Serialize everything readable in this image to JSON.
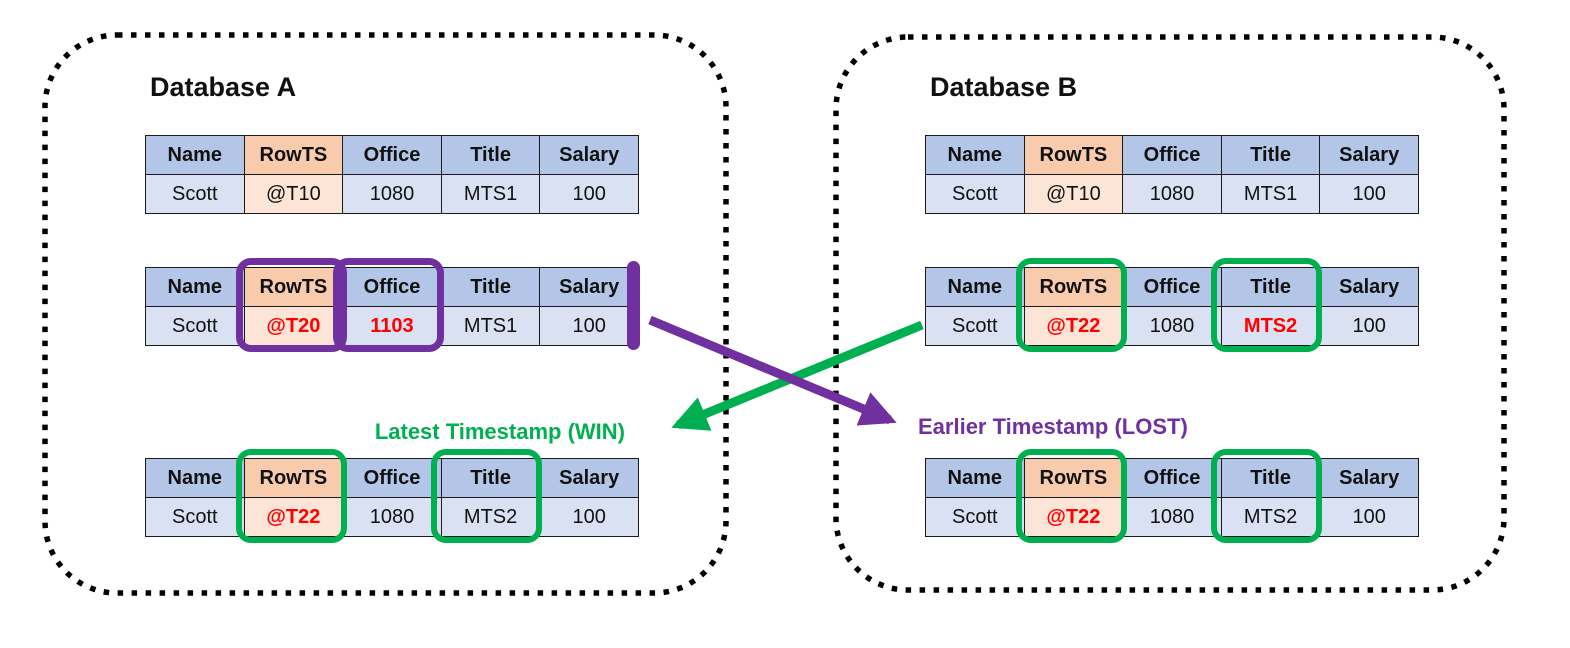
{
  "colors": {
    "green": "#00B050",
    "purple": "#7030A0",
    "red": "#FF0000",
    "header_blue": "#B4C6E7",
    "row_blue": "#D9E1F2",
    "header_orange": "#F8CBAD",
    "row_orange": "#FCE4D6",
    "border_black": "#1A1A1A"
  },
  "columns": [
    "Name",
    "RowTS",
    "Office",
    "Title",
    "Salary"
  ],
  "panels": [
    {
      "title": "Database A",
      "tables": [
        {
          "name": "a-original-row",
          "rows": [
            [
              "Scott",
              "@T10",
              "1080",
              "MTS1",
              "100"
            ]
          ],
          "red_cells": [],
          "highlight": null,
          "highlight_cols": []
        },
        {
          "name": "a-local-update",
          "rows": [
            [
              "Scott",
              "@T20",
              "1103",
              "MTS1",
              "100"
            ]
          ],
          "red_cells": [
            1,
            2
          ],
          "highlight": "purple",
          "highlight_cols": [
            1,
            2
          ]
        },
        {
          "name": "a-resolved-row",
          "rows": [
            [
              "Scott",
              "@T22",
              "1080",
              "MTS2",
              "100"
            ]
          ],
          "red_cells": [
            1
          ],
          "highlight": "green",
          "highlight_cols": [
            1,
            3
          ]
        }
      ]
    },
    {
      "title": "Database B",
      "tables": [
        {
          "name": "b-original-row",
          "rows": [
            [
              "Scott",
              "@T10",
              "1080",
              "MTS1",
              "100"
            ]
          ],
          "red_cells": [],
          "highlight": null,
          "highlight_cols": []
        },
        {
          "name": "b-local-update",
          "rows": [
            [
              "Scott",
              "@T22",
              "1080",
              "MTS2",
              "100"
            ]
          ],
          "red_cells": [
            1,
            3
          ],
          "highlight": "green",
          "highlight_cols": [
            1,
            3
          ]
        },
        {
          "name": "b-resolved-row",
          "rows": [
            [
              "Scott",
              "@T22",
              "1080",
              "MTS2",
              "100"
            ]
          ],
          "red_cells": [
            1
          ],
          "highlight": "green",
          "highlight_cols": [
            1,
            3
          ]
        }
      ]
    }
  ],
  "annotations": {
    "win": "Latest Timestamp (WIN)",
    "lost": "Earlier Timestamp (LOST)"
  }
}
